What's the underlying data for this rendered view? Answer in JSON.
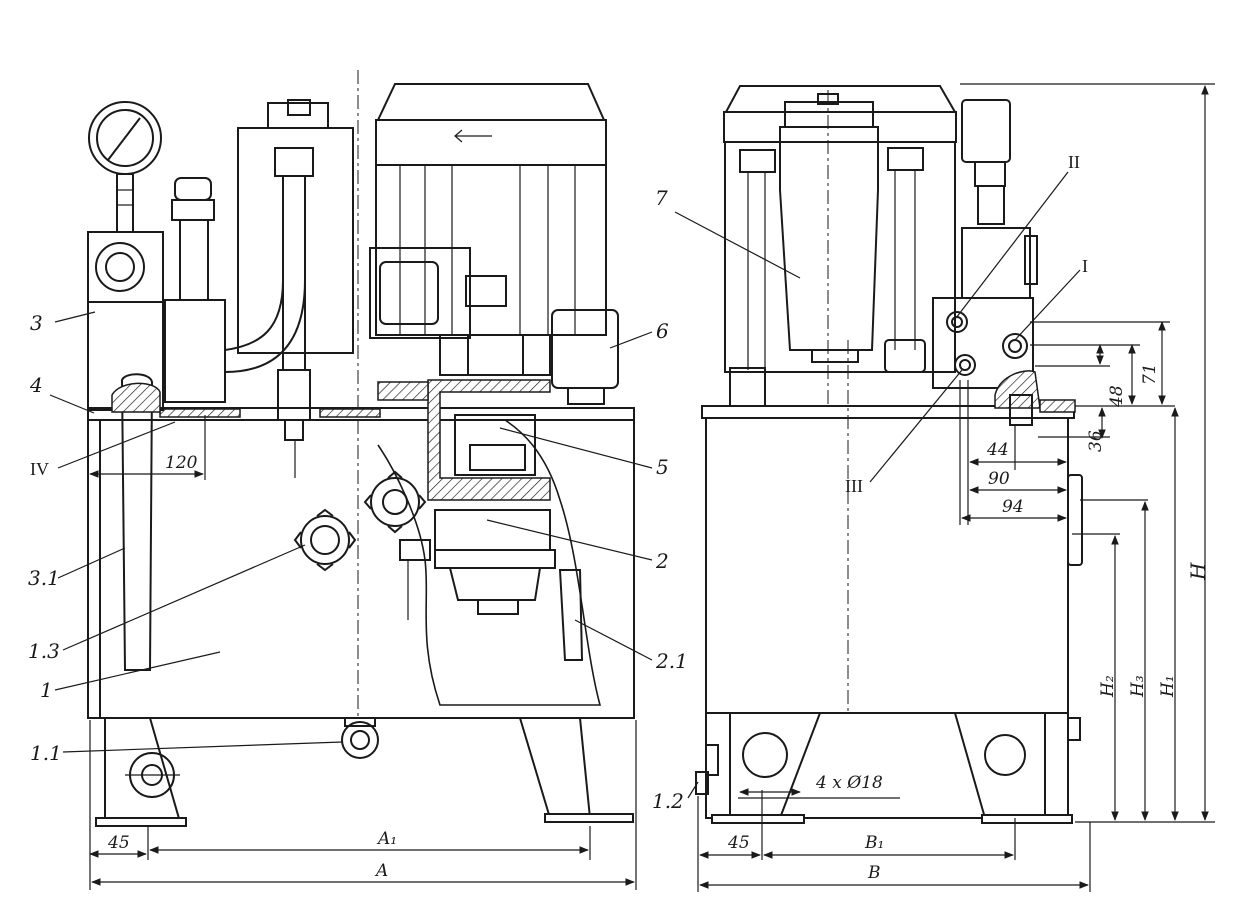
{
  "diagram": {
    "left_view": {
      "part_labels": {
        "p3": "3",
        "p4": "4",
        "pIV": "IV",
        "p3_1": "3.1",
        "p1_3": "1.3",
        "p1": "1",
        "p1_1": "1.1",
        "p5": "5",
        "p2": "2",
        "p2_1": "2.1",
        "p6": "6"
      },
      "dimensions": {
        "d120": "120",
        "d45": "45",
        "dA1": "A₁",
        "dA": "A"
      }
    },
    "right_view": {
      "part_labels": {
        "p7": "7",
        "pII": "II",
        "pI": "I",
        "pIII": "III",
        "p1_2": "1.2"
      },
      "dimensions": {
        "d48": "48",
        "d71": "71",
        "d44": "44",
        "d36": "36",
        "d90": "90",
        "d94": "94",
        "dH": "H",
        "dH1": "H₁",
        "dH2": "H₂",
        "dH3": "H₃",
        "dHoles": "4 x Ø18",
        "d45": "45",
        "dB1": "B₁",
        "dB": "B"
      }
    }
  }
}
